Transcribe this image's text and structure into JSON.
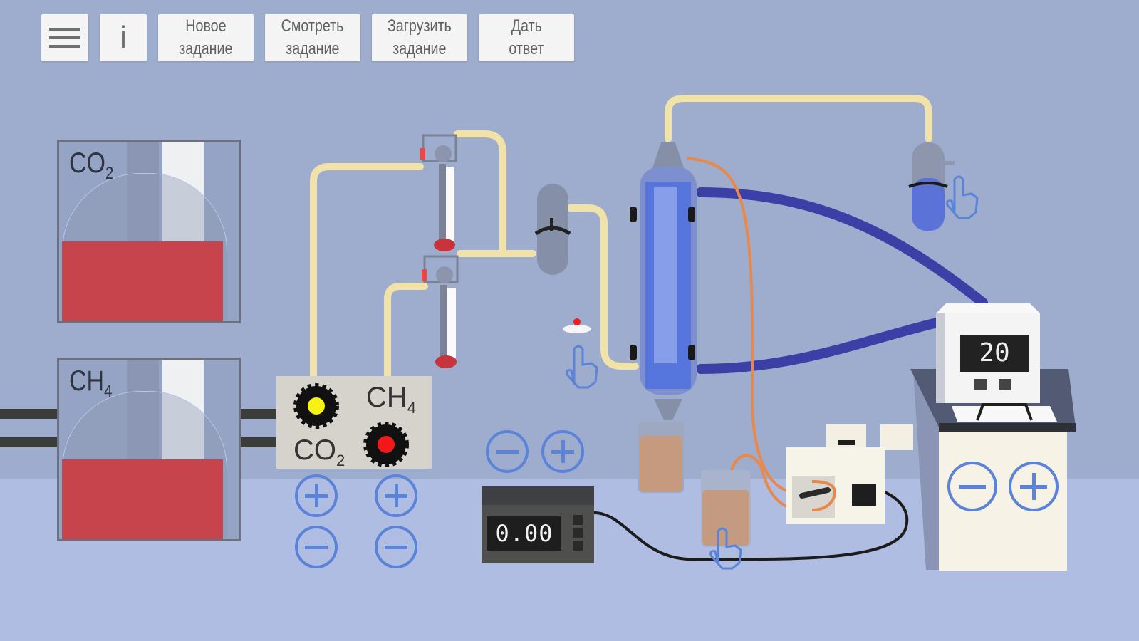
{
  "toolbar": {
    "menu_icon": "hamburger-menu-icon",
    "info_label": "i",
    "new_task": [
      "Новое",
      "задание"
    ],
    "view_task": [
      "Смотреть",
      "задание"
    ],
    "load_task": [
      "Загрузить",
      "задание"
    ],
    "give_answer": [
      "Дать",
      "ответ"
    ]
  },
  "gas_tanks": [
    {
      "formula": "CO",
      "sub": "2",
      "liquid_color": "#c7444c"
    },
    {
      "formula": "CH",
      "sub": "4",
      "liquid_color": "#c7444c"
    }
  ],
  "valve_panel": {
    "co2_label": "CO",
    "co2_sub": "2",
    "co2_indicator": "#f7f20f",
    "ch4_label": "CH",
    "ch4_sub": "4",
    "ch4_indicator": "#f01818",
    "controls": [
      "plus",
      "plus",
      "minus",
      "minus"
    ]
  },
  "meter": {
    "value": "0.00",
    "controls": [
      "minus",
      "plus"
    ]
  },
  "thermostat": {
    "value": "20",
    "controls": [
      "minus",
      "plus"
    ]
  },
  "colors": {
    "tube_yellow": "#f1e3a8",
    "hose_blue": "#3b3fa6",
    "tube_orange": "#e8884a",
    "control_blue": "#5b84d8"
  }
}
